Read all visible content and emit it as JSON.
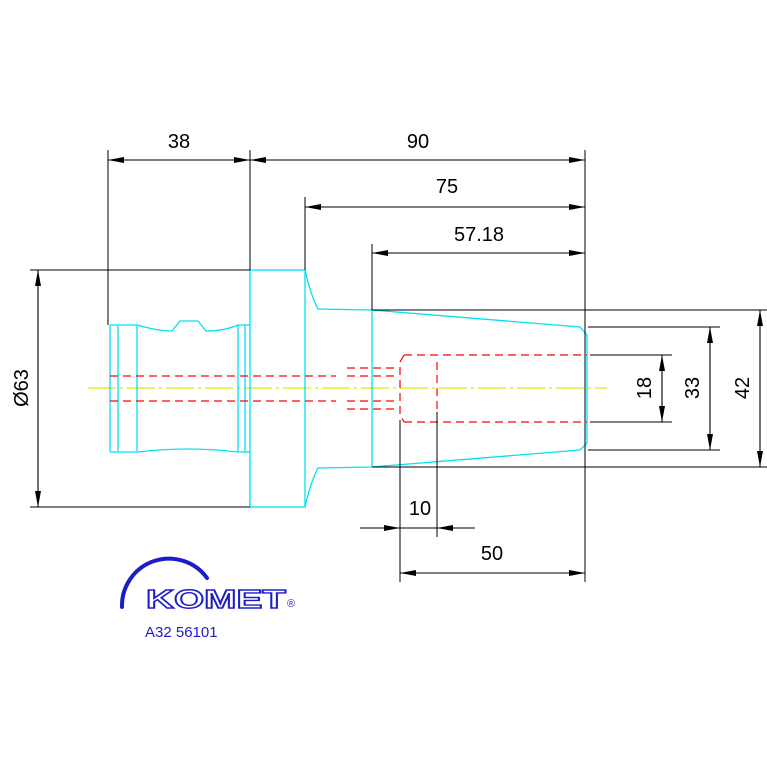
{
  "dimensions": {
    "shank_length": "38",
    "overall_length": "90",
    "cone_length": "75",
    "taper_length": "57.18",
    "flange_diameter": "Ø63",
    "bore_diameter": "18",
    "cone_end_diameter": "33",
    "cone_max_diameter": "42",
    "bore_offset": "10",
    "bore_depth": "50"
  },
  "logo": {
    "brand": "KOMET",
    "registered": "®"
  },
  "part_number": "A32 56101",
  "colors": {
    "outline": "#00e0f0",
    "hidden": "#ff0000",
    "centerline": "#e6e600",
    "dimension": "#000000",
    "brand": "#1c1cc8"
  }
}
